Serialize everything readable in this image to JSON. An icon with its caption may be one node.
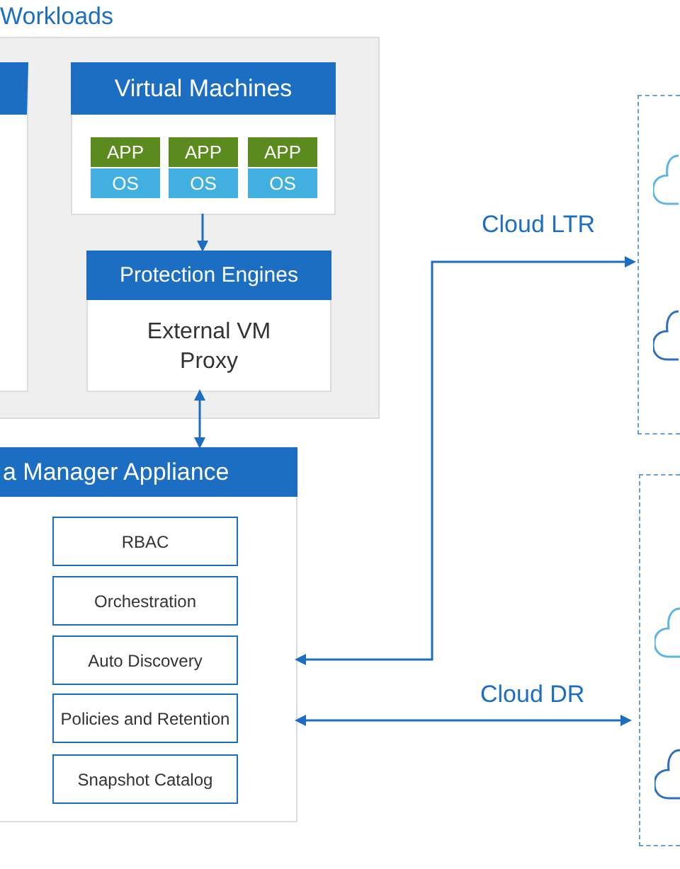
{
  "diagram": {
    "nodes": [
      {
        "text": [
          "Workloads"
        ]
      },
      {
        "text": [],
        "shape": "box",
        "in": 0
      },
      {
        "text": [
          "Virtual Machines"
        ],
        "in": 0
      },
      {
        "text": [
          "APP"
        ],
        "in": 2
      },
      {
        "text": [
          "OS"
        ],
        "in": 2
      },
      {
        "text": [
          "APP"
        ],
        "in": 2
      },
      {
        "text": [
          "OS"
        ],
        "in": 2
      },
      {
        "text": [
          "APP"
        ],
        "in": 2
      },
      {
        "text": [
          "OS"
        ],
        "in": 2
      },
      {
        "text": [
          "Protection Engines",
          "External VM Proxy"
        ],
        "in": 0
      },
      {
        "text": [
          "a Manager Appliance"
        ]
      },
      {
        "text": [
          "RBAC"
        ],
        "in": 10
      },
      {
        "text": [
          "Orchestration"
        ],
        "in": 10
      },
      {
        "text": [
          "Auto Discovery"
        ],
        "in": 10
      },
      {
        "text": [
          "Policies and Retention"
        ],
        "in": 10
      },
      {
        "text": [
          "Snapshot Catalog"
        ],
        "in": 10
      },
      {
        "text": [],
        "shape": "box"
      },
      {
        "text": [],
        "shape": "box"
      }
    ],
    "edges": [
      {
        "from": 2,
        "to": 9,
        "arrow": "to"
      },
      {
        "from": 9,
        "to": 10,
        "arrow": "both"
      },
      {
        "from": 10,
        "to": 16,
        "arrow": "both",
        "label": "Cloud LTR"
      },
      {
        "from": 10,
        "to": 17,
        "arrow": "both",
        "label": "Cloud DR"
      }
    ]
  }
}
